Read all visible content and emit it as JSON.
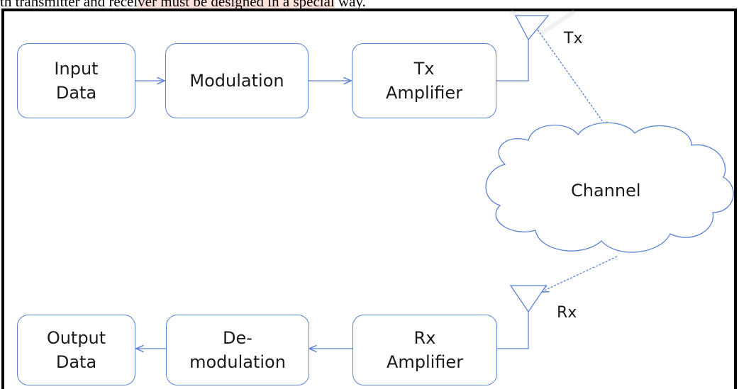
{
  "top_line": {
    "before": "th transmitter and recei",
    "highlight": "ver must be designed in a special",
    "after": " way."
  },
  "blocks": {
    "input_data": {
      "line1": "Input",
      "line2": "Data"
    },
    "modulation": {
      "line1": "Modulation"
    },
    "tx_amplifier": {
      "line1": "Tx",
      "line2": "Amplifier"
    },
    "output_data": {
      "line1": "Output",
      "line2": "Data"
    },
    "demodulation": {
      "line1": "De-",
      "line2": "modulation"
    },
    "rx_amplifier": {
      "line1": "Rx",
      "line2": "Amplifier"
    }
  },
  "channel": {
    "label": "Channel"
  },
  "antennas": {
    "tx": "Tx",
    "rx": "Rx"
  },
  "colors": {
    "line": "#5b82d1",
    "frame": "#000000"
  }
}
